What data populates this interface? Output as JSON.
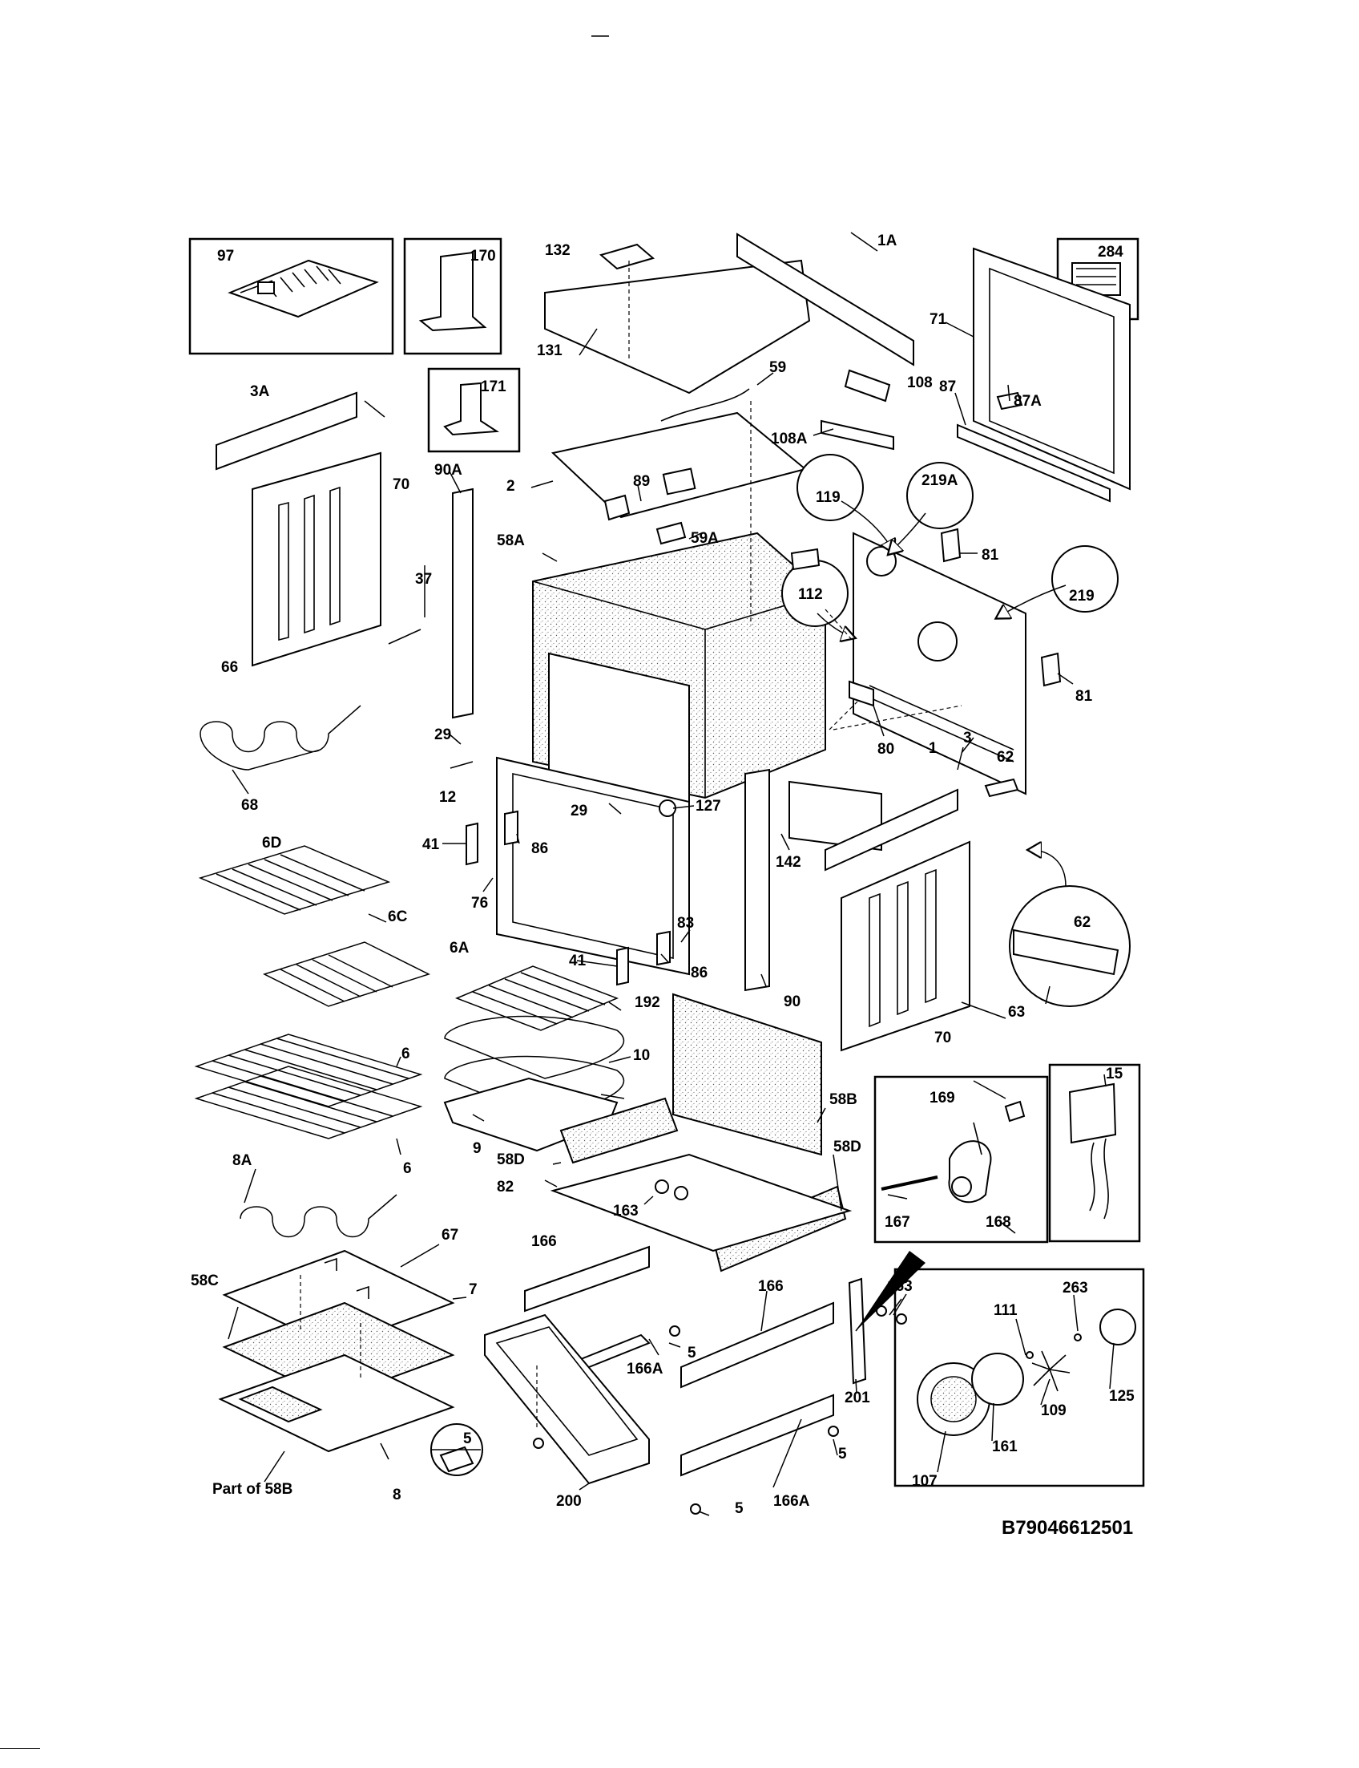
{
  "diagram": {
    "drawing_code": "B79046612501",
    "labels": {
      "l97": "97",
      "l170": "170",
      "l171": "171",
      "l284": "284",
      "l132": "132",
      "l131": "131",
      "l1A": "1A",
      "l71": "71",
      "l59": "59",
      "l108": "108",
      "l108A": "108A",
      "l87": "87",
      "l87A": "87A",
      "l3A": "3A",
      "l90A": "90A",
      "l70a": "70",
      "l2": "2",
      "l89": "89",
      "l119": "119",
      "l219A": "219A",
      "l58A": "58A",
      "l59A": "59A",
      "l81a": "81",
      "l112": "112",
      "l219": "219",
      "l37": "37",
      "l66": "66",
      "l81b": "81",
      "l29a": "29",
      "l80": "80",
      "l12": "12",
      "l1": "1",
      "l68": "68",
      "l3": "3",
      "l62a": "62",
      "l127": "127",
      "l29b": "29",
      "l142": "142",
      "l6D": "6D",
      "l41a": "41",
      "l86a": "86",
      "l76": "76",
      "l62b": "62",
      "l6C": "6C",
      "l83": "83",
      "l86b": "86",
      "l41b": "41",
      "l6A": "6A",
      "l90": "90",
      "l63": "63",
      "l192": "192",
      "l70b": "70",
      "l6a": "6",
      "l10": "10",
      "l15": "15",
      "l58B": "58B",
      "l169": "169",
      "l9": "9",
      "l6b": "6",
      "l58Da": "58D",
      "l58Db": "58D",
      "l8A": "8A",
      "l82": "82",
      "l163a": "163",
      "l167": "167",
      "l168": "168",
      "l166a": "166",
      "l67": "67",
      "l58C": "58C",
      "l7": "7",
      "l163b": "163",
      "l263": "263",
      "l111": "111",
      "l166b": "166",
      "l5a": "5",
      "l166Aa": "166A",
      "l125": "125",
      "l201": "201",
      "l109": "109",
      "l5b": "5",
      "l161": "161",
      "l5c": "5",
      "l107": "107",
      "lPart58B": "Part of 58B",
      "l8": "8",
      "l200": "200",
      "l5d": "5",
      "l166Ab": "166A"
    }
  }
}
